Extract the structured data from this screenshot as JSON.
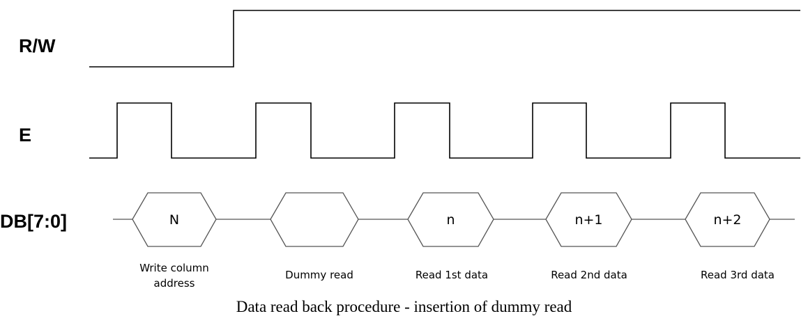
{
  "signals": {
    "rw_label": "R/W",
    "e_label": "E",
    "db_label": "DB[7:0]"
  },
  "bus_values": [
    "N",
    "",
    "n",
    "n+1",
    "n+2"
  ],
  "phases": [
    [
      "Write column",
      "address"
    ],
    [
      "Dummy read"
    ],
    [
      "Read 1st data"
    ],
    [
      "Read 2nd data"
    ],
    [
      "Read 3rd data"
    ]
  ],
  "caption": "Data read back procedure - insertion of dummy read"
}
